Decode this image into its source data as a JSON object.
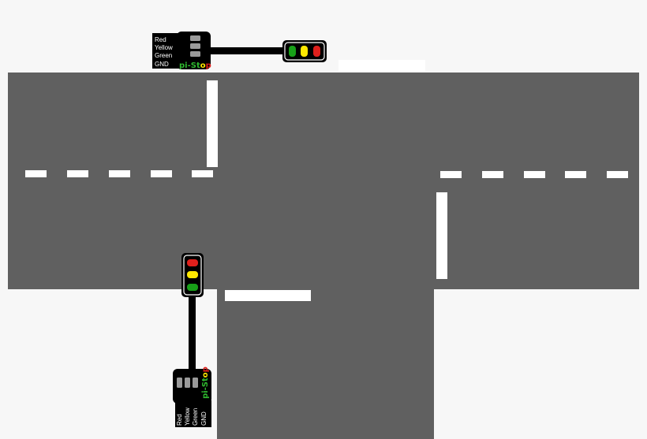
{
  "colors": {
    "background": "#f7f7f7",
    "road": "#606060",
    "marking": "#ffffff",
    "board": "#000000",
    "pin": "#9a9a9a",
    "lamp_red": "#e0201c",
    "lamp_yellow": "#ffe800",
    "lamp_green": "#18a018",
    "logo_red": "#e0201c",
    "logo_yellow": "#ffe800",
    "logo_green": "#2fb82f"
  },
  "board_top": {
    "pin_labels": [
      "Red",
      "Yellow",
      "Green",
      "GND"
    ],
    "logo": {
      "pre": "pi-St",
      "o": "o",
      "post": "p"
    },
    "lamps": [
      "green",
      "yellow",
      "red"
    ]
  },
  "board_bottom": {
    "pin_labels": [
      "Red",
      "Yellow",
      "Green",
      "GND"
    ],
    "logo": {
      "pre": "pi-St",
      "o": "o",
      "post": "p"
    },
    "lamps": [
      "red",
      "yellow",
      "green"
    ]
  }
}
